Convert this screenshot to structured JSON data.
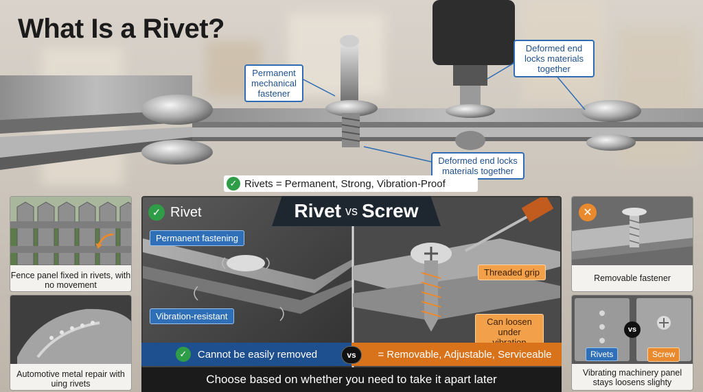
{
  "title": "What Is a Rivet?",
  "top_diagram": {
    "callout_permanent": "Permanent mechanical fastener",
    "callout_deformed_top": "Deformed end locks materials together",
    "callout_deformed_bottom": "Deformed end locks materials together",
    "summary": "Rivets = Permanent, Strong, Vibration-Proof"
  },
  "left_cards": {
    "fence_caption": "Fence panel fixed in rivets, with no movement",
    "auto_caption": "Automotive metal repair with uing rivets"
  },
  "comparison": {
    "banner_rivet": "Rivet",
    "banner_vs": "vs",
    "banner_screw": "Screw",
    "rivet_header": "Rivet",
    "rivet_label_permanent": "Permanent fastening",
    "rivet_label_vibration": "Vibration-resistant",
    "screw_label_threaded": "Threaded grip",
    "screw_label_loosen": "Can loosen under vibration",
    "rivet_footer": "Cannot be easily removed",
    "vs_badge": "vs",
    "screw_footer": "= Removable, Adjustable, Serviceable",
    "bottom_banner": "Choose based on whether you need to take it apart later"
  },
  "right_cards": {
    "removable_caption": "Removable fastener",
    "machinery_caption": "Vibrating machinery panel stays loosens slighty",
    "tag_rivets": "Rivets",
    "tag_screw": "Screw",
    "vs_badge": "vs"
  },
  "colors": {
    "accent_blue": "#2e6fb8",
    "accent_orange": "#e98a2e",
    "check_green": "#2f9d47"
  },
  "icons": [
    "check-icon",
    "cross-icon"
  ]
}
